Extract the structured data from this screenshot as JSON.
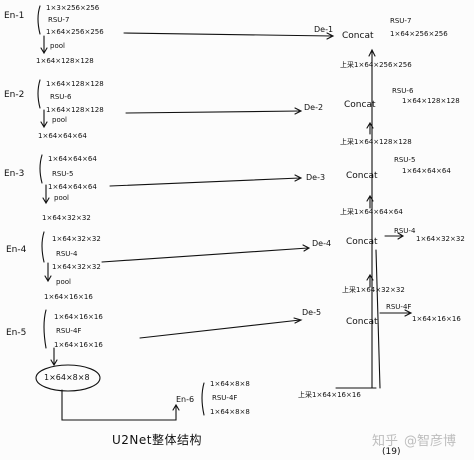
{
  "title": "U2Net整体结构",
  "page_number": "(19)",
  "watermark": {
    "brand": "知乎",
    "handle": "@智彦博"
  },
  "encoder": [
    {
      "label": "En-1",
      "lines": [
        "1×3×256×256",
        "RSU-7",
        "1×64×256×256"
      ],
      "pool": "pool",
      "out": "1×64×128×128"
    },
    {
      "label": "En-2",
      "lines": [
        "1×64×128×128",
        "RSU-6",
        "1×64×128×128"
      ],
      "pool": "pool",
      "out": "1×64×64×64"
    },
    {
      "label": "En-3",
      "lines": [
        "1×64×64×64",
        "RSU-5",
        "1×64×64×64"
      ],
      "pool": "pool",
      "out": "1×64×32×32"
    },
    {
      "label": "En-4",
      "lines": [
        "1×64×32×32",
        "RSU-4",
        "1×64×32×32"
      ],
      "pool": "pool",
      "out": "1×64×16×16"
    },
    {
      "label": "En-5",
      "lines": [
        "1×64×16×16",
        "RSU-4F",
        "1×64×16×16"
      ],
      "pool": "",
      "out": ""
    }
  ],
  "en5_pool_result": "1×64×8×8",
  "en6": {
    "label": "En-6",
    "lines": [
      "1×64×8×8",
      "RSU-4F",
      "1×64×8×8"
    ]
  },
  "decoder": [
    {
      "label": "De-1",
      "concat": "Concat",
      "rsu": "RSU-7",
      "out": "1×64×256×256"
    },
    {
      "label": "De-2",
      "concat": "Concat",
      "rsu": "RSU-6",
      "out": "1×64×128×128"
    },
    {
      "label": "De-3",
      "concat": "Concat",
      "rsu": "RSU-5",
      "out": "1×64×64×64"
    },
    {
      "label": "De-4",
      "concat": "Concat",
      "rsu": "RSU-4",
      "out": "1×64×32×32"
    },
    {
      "label": "De-5",
      "concat": "Concat",
      "rsu": "RSU-4F",
      "out": "1×64×16×16"
    }
  ],
  "upsamples": [
    "上采1×64×256×256",
    "上采1×64×128×128",
    "上采1×64×64×64",
    "上采1×64×32×32",
    "上采1×64×16×16"
  ],
  "colors": {
    "ink": "#111111",
    "paper": "#fcfcfc",
    "watermark": "#bdbdbd"
  }
}
